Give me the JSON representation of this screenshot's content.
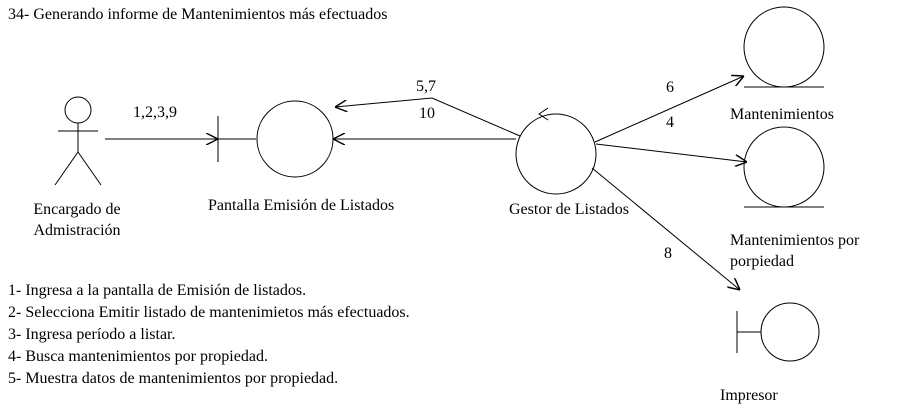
{
  "title": "34- Generando informe de Mantenimientos más efectuados",
  "actor": {
    "label_line1": "Encargado de",
    "label_line2": "Admistración"
  },
  "nodes": {
    "pantalla": "Pantalla Emisión de Listados",
    "gestor": "Gestor de Listados",
    "mantenimientos": "Mantenimientos",
    "mant_prop_line1": "Mantenimientos por",
    "mant_prop_line2": "porpiedad",
    "impresor": "Impresor"
  },
  "messages": {
    "actor_to_pantalla": "1,2,3,9",
    "gestor_to_pantalla_upper": "5,7",
    "gestor_to_pantalla": "10",
    "gestor_to_mantenimientos": "6",
    "gestor_to_mant_prop": "4",
    "gestor_to_impresor": "8"
  },
  "steps": [
    "1- Ingresa a la pantalla de Emisión de listados.",
    "2- Selecciona Emitir listado de mantenimietos más efectuados.",
    "3- Ingresa período a listar.",
    "4- Busca mantenimientos por propiedad.",
    "5- Muestra datos de mantenimientos por propiedad."
  ]
}
